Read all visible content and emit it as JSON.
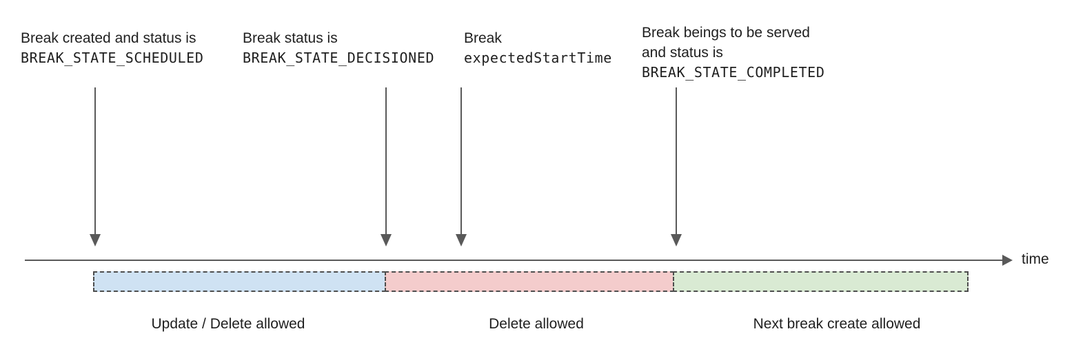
{
  "annotations": [
    {
      "line1": "Break created and status is",
      "code": "BREAK_STATE_SCHEDULED"
    },
    {
      "line1": "Break status is",
      "code": "BREAK_STATE_DECISIONED"
    },
    {
      "line1": "Break",
      "code": "expectedStartTime"
    },
    {
      "line1": "Break beings to be served",
      "line2": "and status is",
      "code": "BREAK_STATE_COMPLETED"
    }
  ],
  "timeline": {
    "axis_label": "time"
  },
  "segments": [
    {
      "label": "Update / Delete allowed",
      "color": "#cfe2f3"
    },
    {
      "label": "Delete allowed",
      "color": "#f4cccc"
    },
    {
      "label": "Next break create allowed",
      "color": "#d9ead3"
    }
  ],
  "colors": {
    "line_gray": "#595959",
    "border_gray": "#4d4d4d",
    "text": "#1f1f1f"
  }
}
